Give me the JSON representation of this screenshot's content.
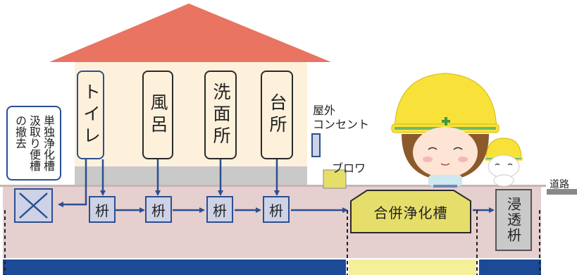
{
  "rooms": [
    "トイレ",
    "風呂",
    "洗面所",
    "台所"
  ],
  "masu_label": "枡",
  "removal_note": "単独浄化槽 汲取り便槽 の撤去",
  "removal_lines": [
    "単独浄化槽",
    "汲取り便槽",
    "の撤去"
  ],
  "outdoor_outlet": {
    "line1": "屋外",
    "line2": "コンセント"
  },
  "blower": "ブロワ",
  "septic_tank": "合併浄化槽",
  "infiltration_basin": "浸透枡",
  "road": "道路",
  "colors": {
    "roof": "#e87461",
    "house_wall": "#fdf1dc",
    "foundation": "#c9c9c9",
    "ground": "#e6cfcf",
    "arrow": "#2b4f91",
    "septic_fill": "#e6de6a",
    "bottom_bar_blue": "#1d4a96",
    "bottom_bar_yellow": "#f6ef9a"
  }
}
